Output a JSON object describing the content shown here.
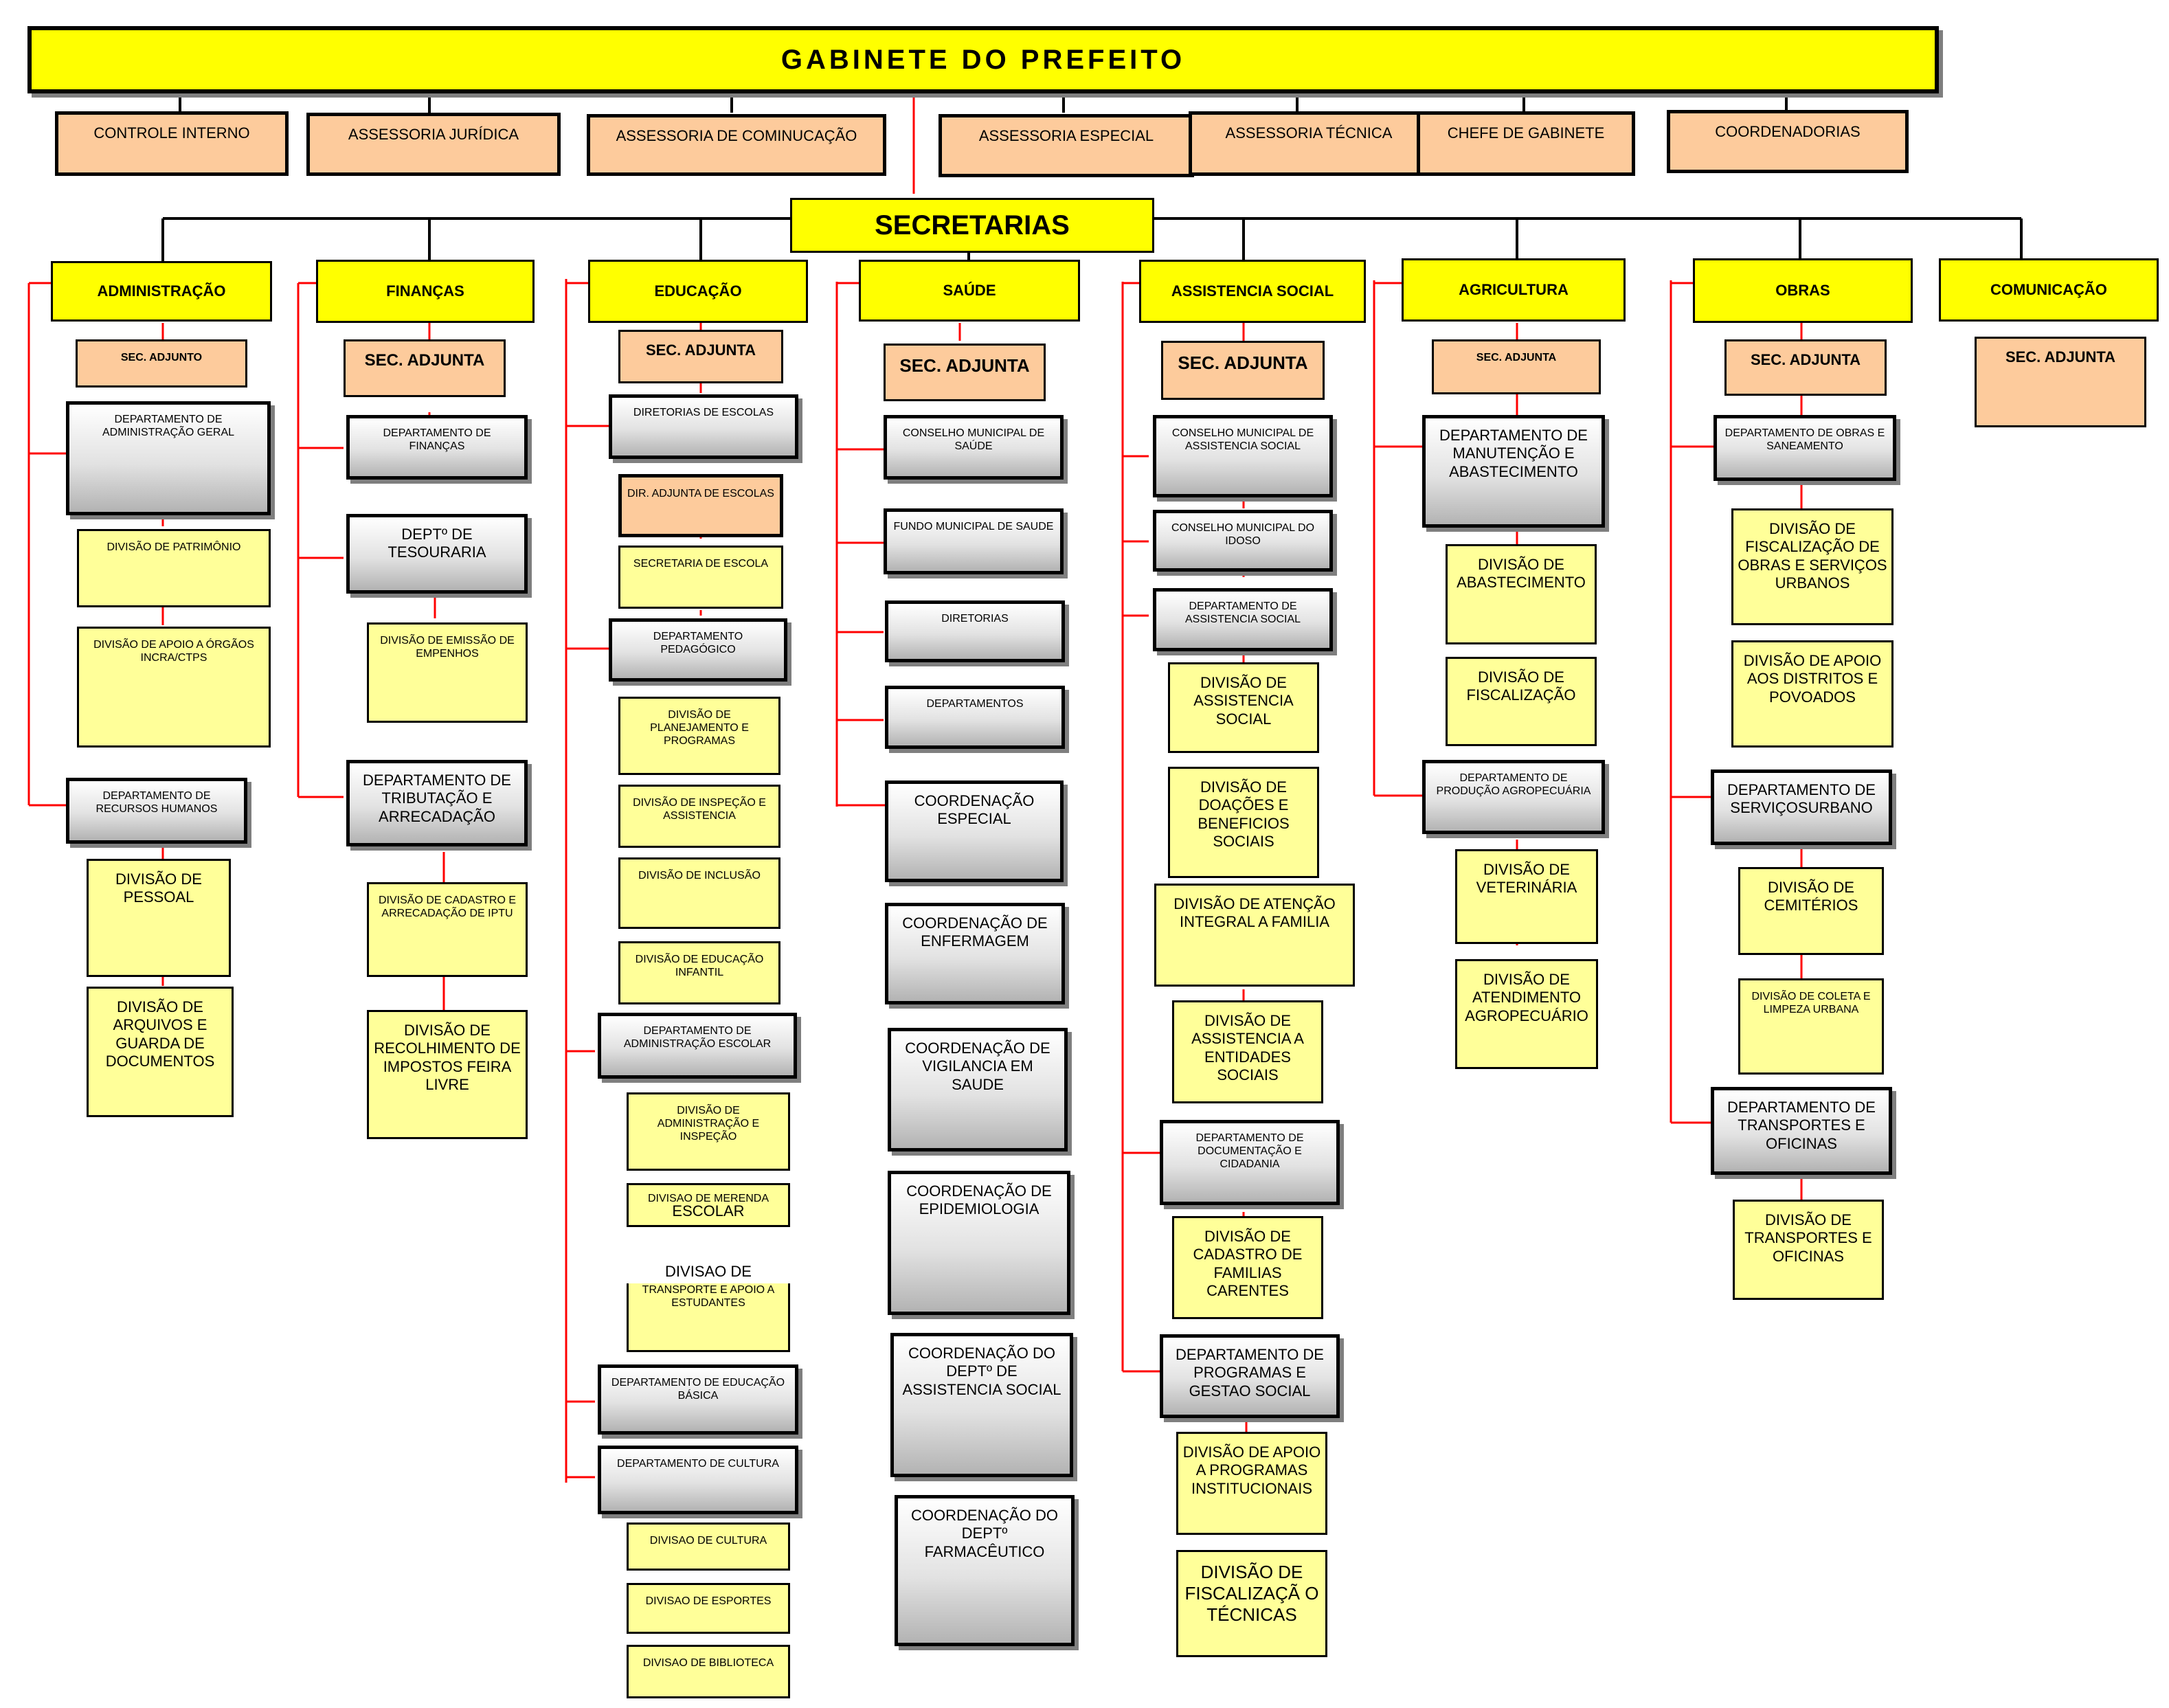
{
  "title": "GABINETE DO PREFEITO",
  "secretarias_label": "SECRETARIAS",
  "colors": {
    "yellow": "#ffff00",
    "peach": "#fdcb9c",
    "light_yellow": "#ffff99",
    "connector_red": "#ff0000",
    "border": "#000000"
  },
  "assessorias": [
    "CONTROLE INTERNO",
    "ASSESSORIA JURÍDICA",
    "ASSESSORIA DE COMINUCAÇÃO",
    "ASSESSORIA ESPECIAL",
    "ASSESSORIA TÉCNICA",
    "CHEFE DE  GABINETE",
    "COORDENADORIAS"
  ],
  "secretarias": [
    {
      "name": "ADMINISTRAÇÃO",
      "adjunta": "SEC. ADJUNTO",
      "units": [
        "DEPARTAMENTO  DE ADMINISTRAÇÃO GERAL",
        "DIVISÃO DE PATRIMÔNIO",
        "DIVISÃO DE APOIO A ÓRGÃOS INCRA/CTPS",
        "DEPARTAMENTO DE RECURSOS HUMANOS",
        "DIVISÃO DE PESSOAL",
        "DIVISÃO DE ARQUIVOS E GUARDA DE DOCUMENTOS"
      ]
    },
    {
      "name": "FINANÇAS",
      "adjunta": "SEC. ADJUNTA",
      "units": [
        "DEPARTAMENTO DE FINANÇAS",
        "DEPTº DE TESOURARIA",
        "DIVISÃO DE  EMISSÃO DE EMPENHOS",
        "DEPARTAMENTO DE TRIBUTAÇÃO E ARRECADAÇÃO",
        "DIVISÃO DE CADASTRO E ARRECADAÇÃO DE IPTU",
        "DIVISÃO DE RECOLHIMENTO DE IMPOSTOS FEIRA LIVRE"
      ]
    },
    {
      "name": "EDUCAÇÃO",
      "adjunta": "SEC. ADJUNTA",
      "units": [
        "DIRETORIAS DE ESCOLAS",
        "DIR.  ADJUNTA DE ESCOLAS",
        "SECRETARIA DE ESCOLA",
        "DEPARTAMENTO PEDAGÓGICO",
        "DIVISÃO DE PLANEJAMENTO E PROGRAMAS",
        "DIVISÃO DE INSPEÇÃO E  ASSISTENCIA",
        "DIVISÃO DE INCLUSÃO",
        "DIVISÃO DE EDUCAÇÃO INFANTIL",
        "DEPARTAMENTO DE ADMINISTRAÇÃO ESCOLAR",
        "DIVISÃO DE ADMINISTRAÇÃO E INSPEÇÃO",
        "DIVISAO DE MERENDA",
        "ESCOLAR",
        "DIVISAO DE",
        "TRANSPORTE E APOIO A ESTUDANTES",
        "DEPARTAMENTO DE EDUCAÇÃO BÁSICA",
        "DEPARTAMENTO DE CULTURA",
        "DIVISAO DE CULTURA",
        "DIVISAO DE ESPORTES",
        "DIVISAO DE BIBLIOTECA"
      ]
    },
    {
      "name": "SAÚDE",
      "adjunta": "SEC. ADJUNTA",
      "units": [
        "CONSELHO MUNICIPAL DE SAÚDE",
        "FUNDO MUNICIPAL DE SAUDE",
        "DIRETORIAS",
        "DEPARTAMENTOS",
        "COORDENAÇÃO ESPECIAL",
        "COORDENAÇÃO DE ENFERMAGEM",
        "COORDENAÇÃO DE VIGILANCIA EM SAUDE",
        "COORDENAÇÃO DE EPIDEMIOLOGIA",
        "COORDENAÇÃO DO DEPTº DE ASSISTENCIA SOCIAL",
        "COORDENAÇÃO DO DEPTº FARMACÊUTICO"
      ]
    },
    {
      "name": "ASSISTENCIA  SOCIAL",
      "adjunta": "SEC. ADJUNTA",
      "units": [
        "CONSELHO MUNICIPAL DE ASSISTENCIA SOCIAL",
        "CONSELHO MUNICIPAL DO IDOSO",
        "DEPARTAMENTO DE ASSISTENCIA SOCIAL",
        "DIVISÃO DE ASSISTENCIA SOCIAL",
        "DIVISÃO DE DOAÇÕES E BENEFICIOS SOCIAIS",
        "DIVISÃO DE ATENÇÃO INTEGRAL A FAMILIA",
        "DIVISÃO DE ASSISTENCIA A ENTIDADES SOCIAIS",
        "DEPARTAMENTO DE DOCUMENTAÇÃO E CIDADANIA",
        "DIVISÃO DE CADASTRO DE FAMILIAS CARENTES",
        "DEPARTAMENTO DE PROGRAMAS E GESTAO SOCIAL",
        "DIVISÃO DE APOIO A PROGRAMAS INSTITUCIONAIS",
        "DIVISÃO DE FISCALIZAÇÃ O TÉCNICAS"
      ]
    },
    {
      "name": "AGRICULTURA",
      "adjunta": "SEC. ADJUNTA",
      "units": [
        "DEPARTAMENTO DE MANUTENÇÃO E ABASTECIMENTO",
        "DIVISÃO DE ABASTECIMENTO",
        "DIVISÃO DE FISCALIZAÇÃO",
        "DEPARTAMENTO DE PRODUÇÃO AGROPECUÁRIA",
        "DIVISÃO DE VETERINÁRIA",
        "DIVISÃO DE ATENDIMENTO AGROPECUÁRIO"
      ]
    },
    {
      "name": "OBRAS",
      "adjunta": "SEC. ADJUNTA",
      "units": [
        "DEPARTAMENTO DE OBRAS E SANEAMENTO",
        "DIVISÃO DE FISCALIZAÇÃO DE OBRAS E SERVIÇOS URBANOS",
        "DIVISÃO DE APOIO AOS DISTRITOS E POVOADOS",
        "DEPARTAMENTO DE SERVIÇOSURBANO",
        "DIVISÃO DE CEMITÉRIOS",
        "DIVISÃO DE COLETA E LIMPEZA URBANA",
        "DEPARTAMENTO DE TRANSPORTES E OFICINAS",
        "DIVISÃO DE TRANSPORTES E OFICINAS"
      ]
    },
    {
      "name": "COMUNICAÇÃO",
      "adjunta": "SEC. ADJUNTA",
      "units": []
    }
  ]
}
